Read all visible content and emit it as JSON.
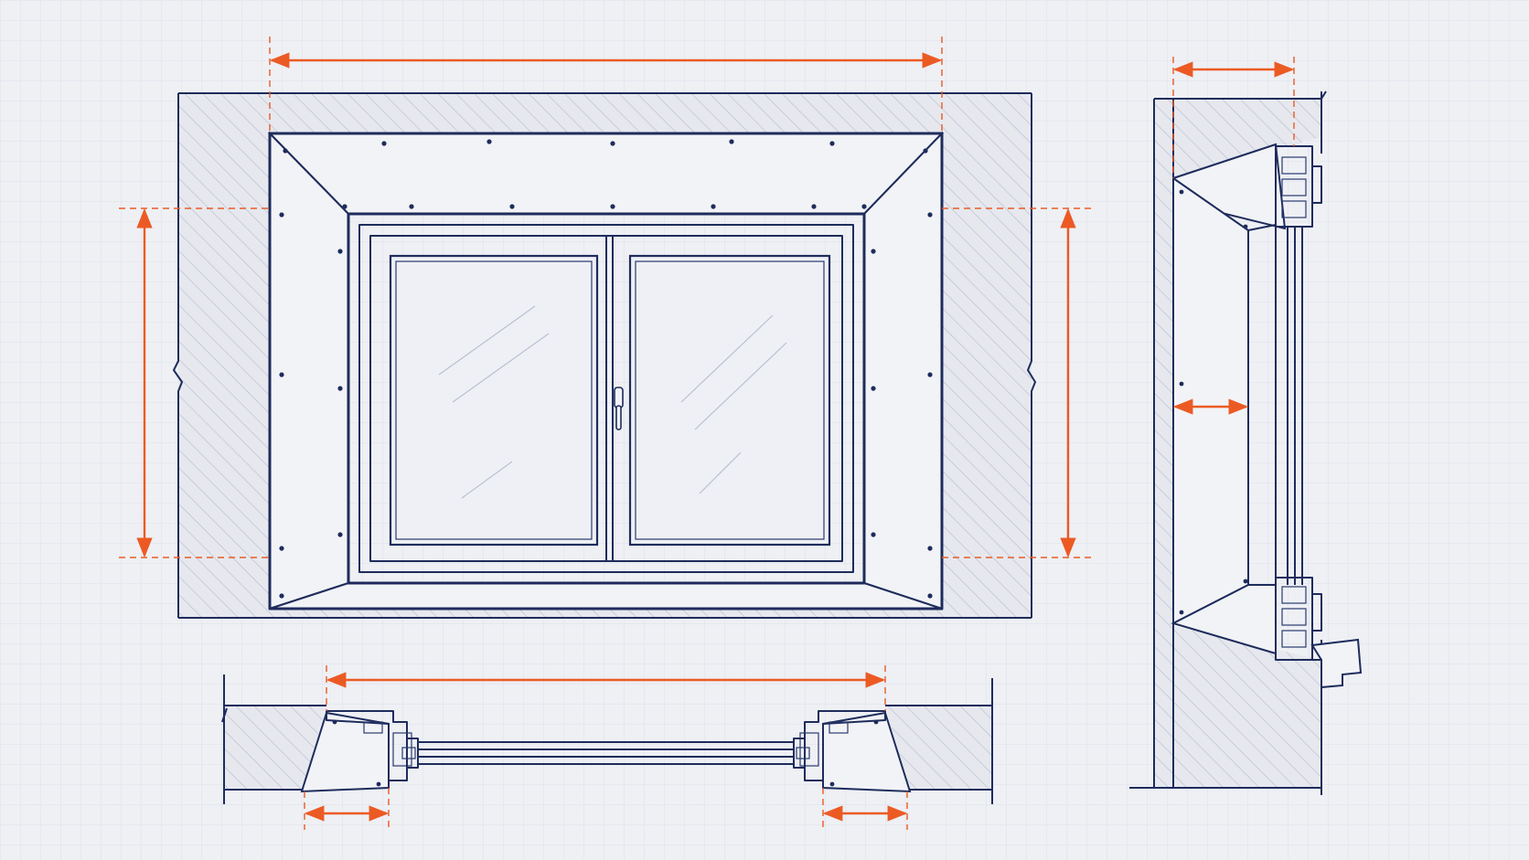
{
  "colors": {
    "background": "#eef0f4",
    "grid": "#dde1ea",
    "ink": "#1e2c5c",
    "dimension": "#ec5a24",
    "wall_fill": "#e6e8ee",
    "hatch": "#b4bccf"
  },
  "views": [
    {
      "id": "front-elevation",
      "dimensions": [
        "overall-width",
        "opening-height-left",
        "opening-height-right"
      ]
    },
    {
      "id": "vertical-section",
      "dimensions": [
        "top-depth",
        "reveal-depth"
      ]
    },
    {
      "id": "horizontal-section",
      "dimensions": [
        "opening-width",
        "left-reveal",
        "right-reveal"
      ]
    }
  ],
  "window": {
    "sashes": 2,
    "handle": "lever-handle-icon"
  }
}
